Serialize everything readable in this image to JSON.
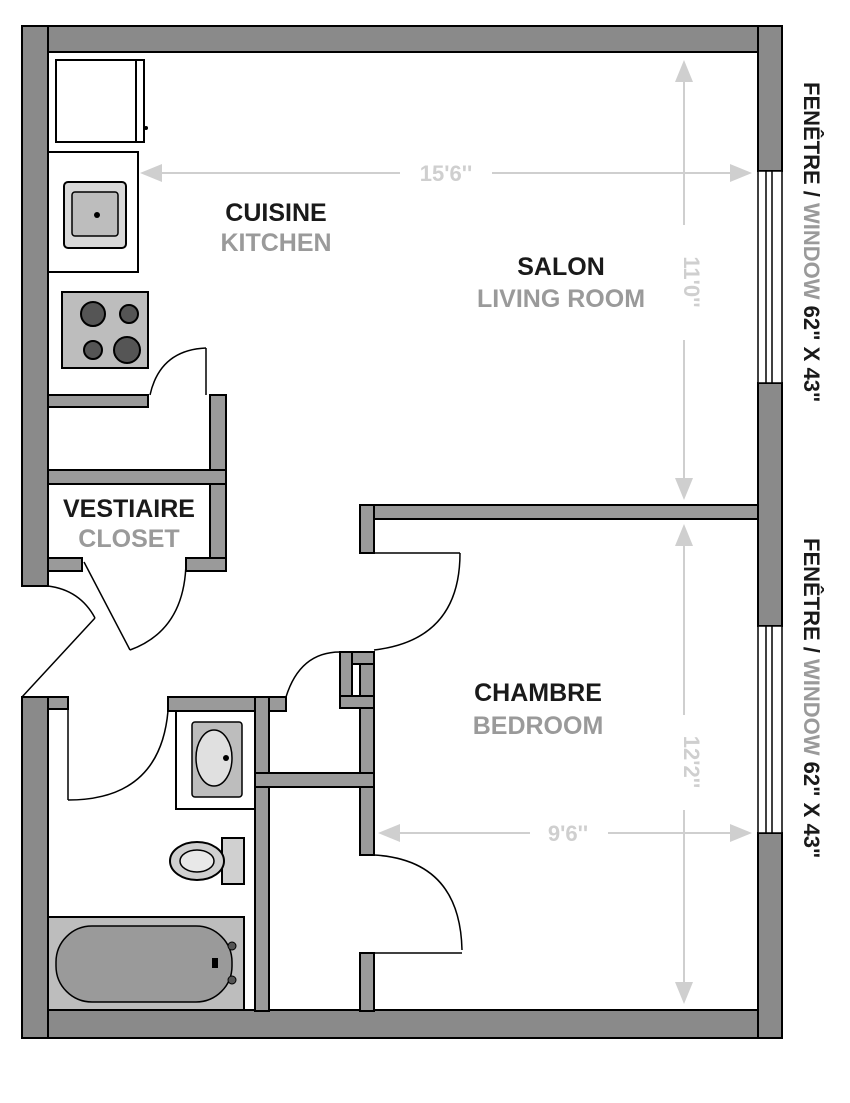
{
  "rooms": {
    "kitchen": {
      "fr": "CUISINE",
      "en": "KITCHEN"
    },
    "living": {
      "fr": "SALON",
      "en": "LIVING ROOM"
    },
    "closet": {
      "fr": "VESTIAIRE",
      "en": "CLOSET"
    },
    "bedroom": {
      "fr": "CHAMBRE",
      "en": "BEDROOM"
    }
  },
  "dimensions": {
    "living_width": "15'6''",
    "living_depth": "11'0''",
    "bedroom_width": "9'6''",
    "bedroom_depth": "12'2''"
  },
  "windows": [
    {
      "fr": "FENÊTRE / ",
      "en": "WINDOW",
      "size": " 62\" X 43\""
    },
    {
      "fr": "FENÊTRE / ",
      "en": "WINDOW",
      "size": " 62\" X 43\""
    }
  ],
  "colors": {
    "wall": "#8a8a8a",
    "label_dark": "#1a1a1a",
    "label_grey": "#9a9a9a",
    "dimension": "#cfcfcf"
  }
}
